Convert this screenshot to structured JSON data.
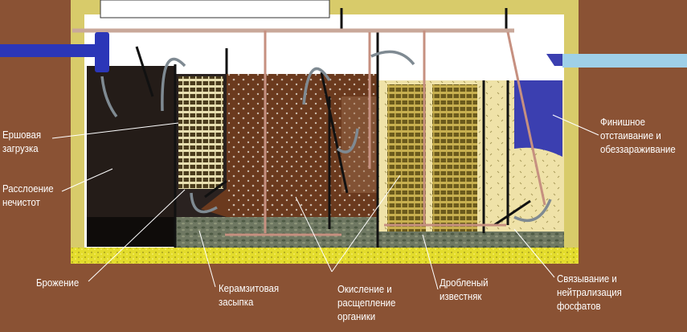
{
  "labels": {
    "brush_load": [
      "Ершовая",
      "загрузка"
    ],
    "separation": [
      "Расслоение",
      "нечистот"
    ],
    "fermentation": [
      "Брожение"
    ],
    "clay_fill": [
      "Керамзитовая",
      "засыпка"
    ],
    "oxidation": [
      "Окисление и",
      "расщепление",
      "органики"
    ],
    "limestone": [
      "Дробленый",
      "известняк"
    ],
    "phosphates": [
      "Связывание и",
      "нейтрализация",
      "фосфатов"
    ],
    "final_settling": [
      "Финишное",
      "отстаивание и",
      "обеззараживание"
    ]
  },
  "colors": {
    "background": "#8a5234",
    "tank_wall": "#d8cb6a",
    "sludge": "#241c18",
    "brown_media": "#6b3a1e",
    "cream_media": "#efe2a8",
    "clean_water": "#3b3fb0",
    "gravel": "#6f7862",
    "sand": "#e3dc2c"
  }
}
